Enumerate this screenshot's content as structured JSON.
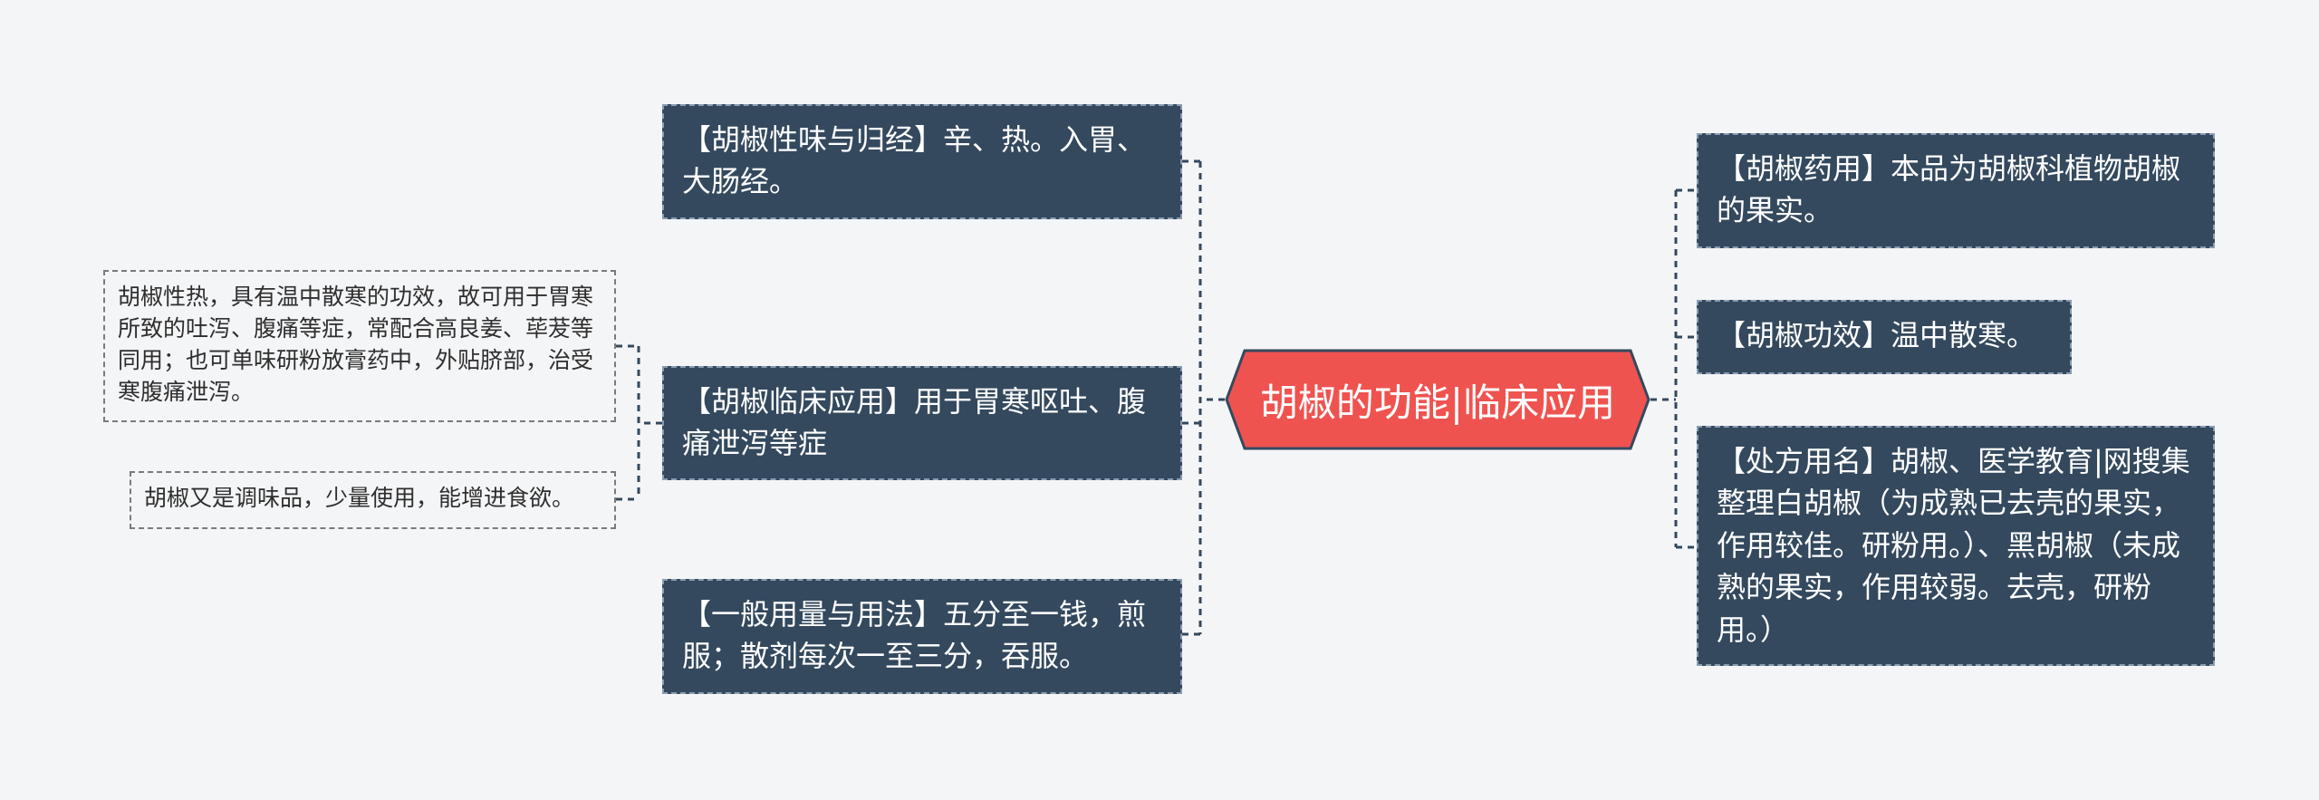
{
  "colors": {
    "background": "#f4f5f7",
    "center_fill": "#ef5350",
    "center_border": "#34495e",
    "node_fill": "#34495e",
    "node_text": "#ffffff",
    "connector": "#34495e",
    "leaf_border": "#7b7b7b"
  },
  "center": {
    "label": "胡椒的功能|临床应用"
  },
  "left_nodes": [
    {
      "label": "【胡椒性味与归经】辛、热。入胃、大肠经。"
    },
    {
      "label": "【胡椒临床应用】用于胃寒呕吐、腹痛泄泻等症"
    },
    {
      "label": "【一般用量与用法】五分至一钱，煎服；散剂每次一至三分，吞服。"
    }
  ],
  "leaf_nodes": [
    {
      "label": "胡椒性热，具有温中散寒的功效，故可用于胃寒所致的吐泻、腹痛等症，常配合高良姜、荜茇等同用；也可单味研粉放膏药中，外贴脐部，治受寒腹痛泄泻。"
    },
    {
      "label": "胡椒又是调味品，少量使用，能增进食欲。"
    }
  ],
  "right_nodes": [
    {
      "label": "【胡椒药用】本品为胡椒科植物胡椒的果实。"
    },
    {
      "label": "【胡椒功效】温中散寒。"
    },
    {
      "label": "【处方用名】胡椒、医学教育|网搜集整理白胡椒（为成熟已去壳的果实，作用较佳。研粉用。）、黑胡椒（未成熟的果实，作用较弱。去壳，研粉用。）"
    }
  ]
}
